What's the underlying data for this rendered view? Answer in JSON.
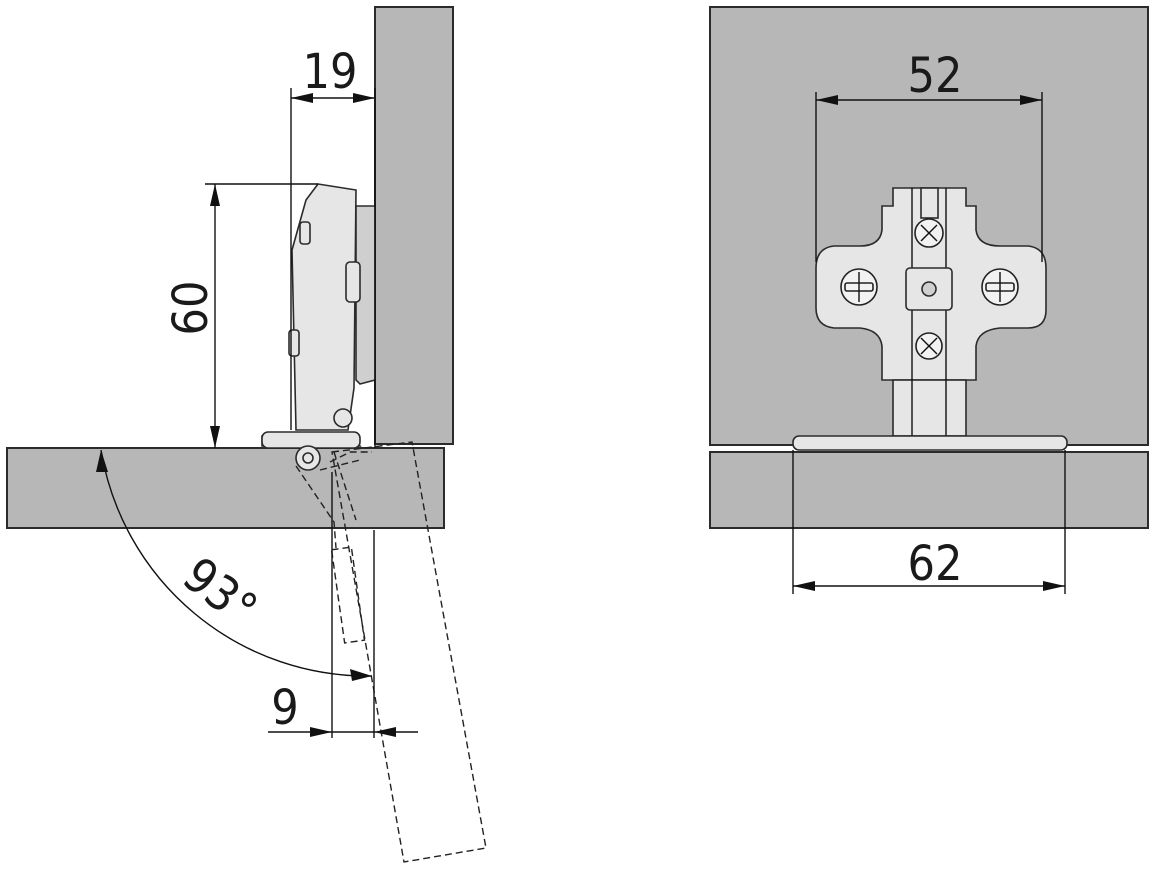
{
  "dimensions": {
    "overlay": "19",
    "height": "60",
    "angle": "93°",
    "offset": "9",
    "hole_spacing": "52",
    "plate_width": "62"
  }
}
